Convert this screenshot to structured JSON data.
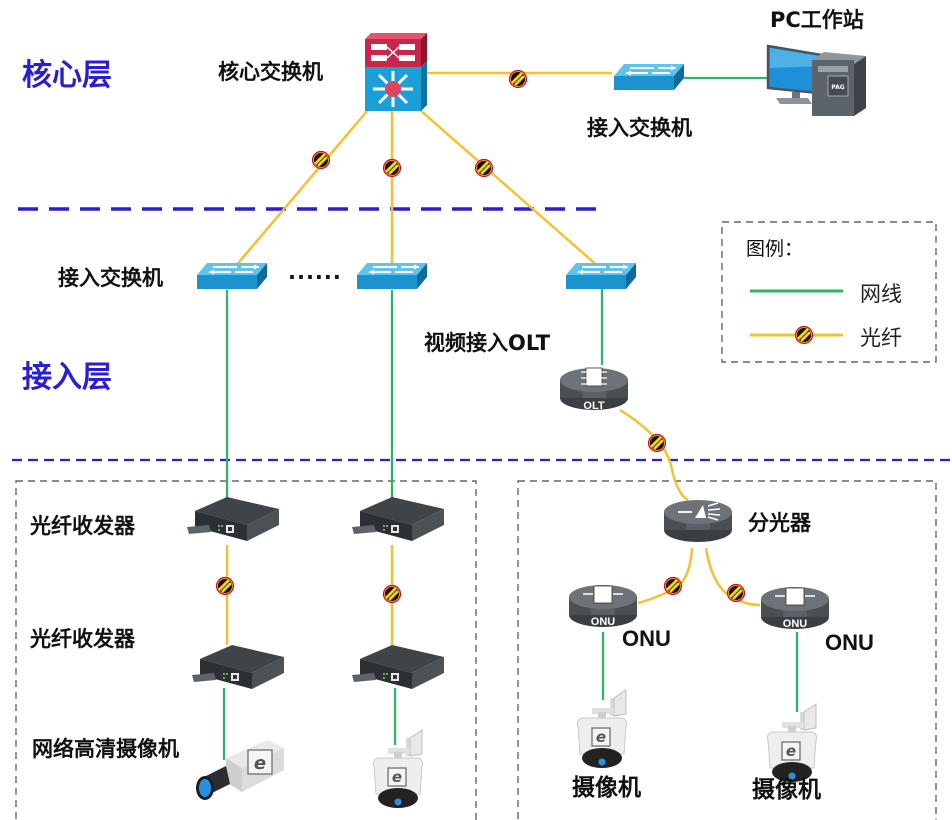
{
  "layers": {
    "core": "核心层",
    "access": "接入层"
  },
  "labels": {
    "core_switch": "核心交换机",
    "pc_workstation": "PC工作站",
    "access_switch_top": "接入交换机",
    "access_switch_left": "接入交换机",
    "ellipsis": "......",
    "video_olt": "视频接入OLT",
    "olt_device_text": "OLT",
    "transceiver_1": "光纤收发器",
    "transceiver_2": "光纤收发器",
    "hd_camera": "网络高清摄像机",
    "splitter": "分光器",
    "onu_left": "ONU",
    "onu_right": "ONU",
    "onu_device_text": "ONU",
    "camera_left": "摄像机",
    "camera_right": "摄像机",
    "pc_case_text": "PAG"
  },
  "legend": {
    "title": "图例：",
    "items": [
      {
        "label": "网线",
        "type": "ethernet"
      },
      {
        "label": "光纤",
        "type": "fiber"
      }
    ]
  },
  "colors": {
    "layer_text": "#2a1fd0",
    "layer_divider": "#2a1fd0",
    "ethernet": "#2fb36a",
    "fiber": "#f2c230",
    "switch_blue": "#1f9fd6",
    "core_red": "#c8264a",
    "device_gray": "#55595d",
    "group_border": "#666666"
  }
}
